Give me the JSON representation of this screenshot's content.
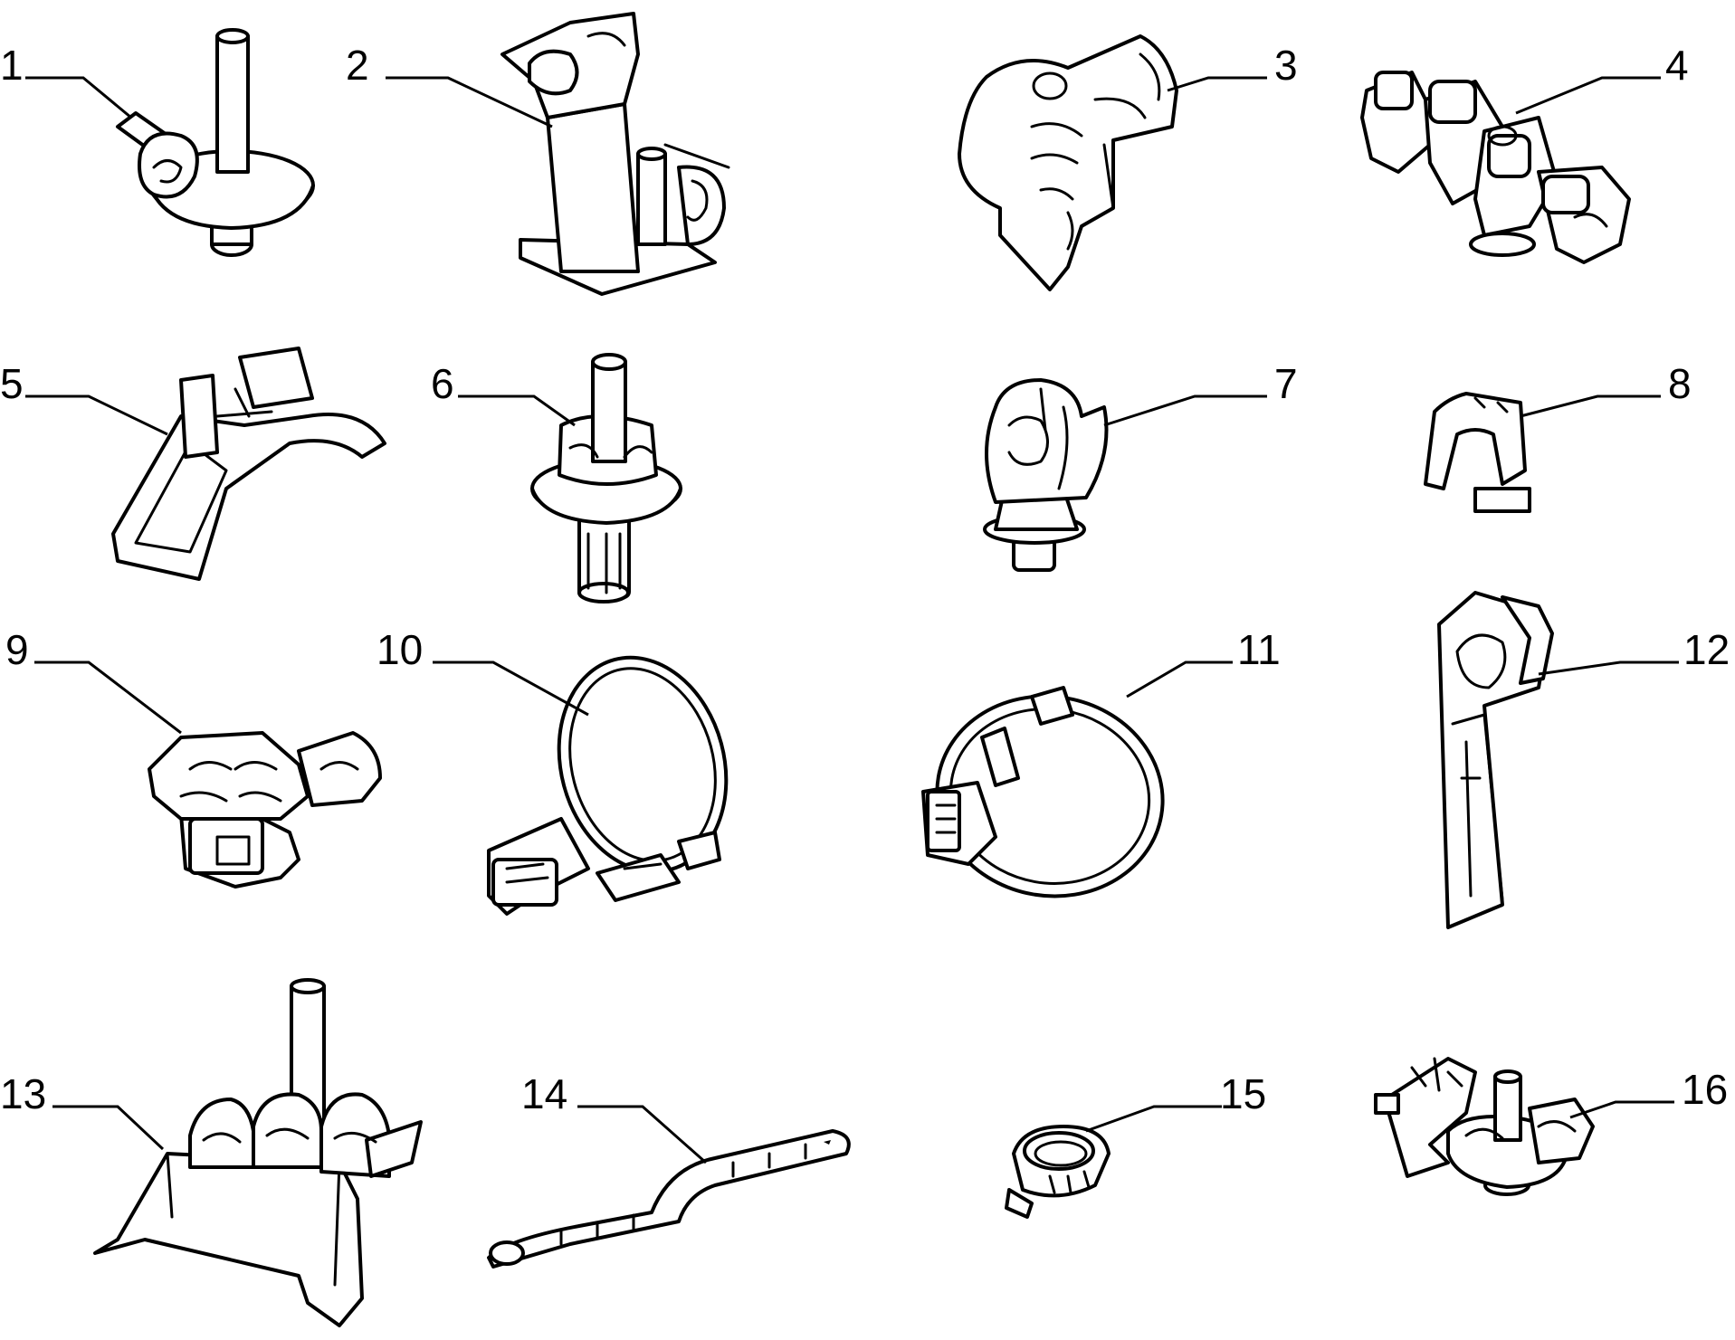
{
  "callouts": [
    {
      "id": "1",
      "label": "1",
      "name": "push-in-clip-with-pin"
    },
    {
      "id": "2",
      "label": "2",
      "name": "pedestal-bracket"
    },
    {
      "id": "3",
      "label": "3",
      "name": "block-clip"
    },
    {
      "id": "4",
      "label": "4",
      "name": "multi-pipe-clip"
    },
    {
      "id": "5",
      "label": "5",
      "name": "curved-edge-clip"
    },
    {
      "id": "6",
      "label": "6",
      "name": "stud-mount-clip"
    },
    {
      "id": "7",
      "label": "7",
      "name": "single-pipe-clip"
    },
    {
      "id": "8",
      "label": "8",
      "name": "spring-clip"
    },
    {
      "id": "9",
      "label": "9",
      "name": "double-pipe-clip"
    },
    {
      "id": "10",
      "label": "10",
      "name": "hose-band-clamp"
    },
    {
      "id": "11",
      "label": "11",
      "name": "band-clamp"
    },
    {
      "id": "12",
      "label": "12",
      "name": "long-strap-clip"
    },
    {
      "id": "13",
      "label": "13",
      "name": "multi-pipe-bracket"
    },
    {
      "id": "14",
      "label": "14",
      "name": "cable-tie-strap"
    },
    {
      "id": "15",
      "label": "15",
      "name": "small-hose-clamp"
    },
    {
      "id": "16",
      "label": "16",
      "name": "twin-pipe-clip-with-pin"
    }
  ]
}
